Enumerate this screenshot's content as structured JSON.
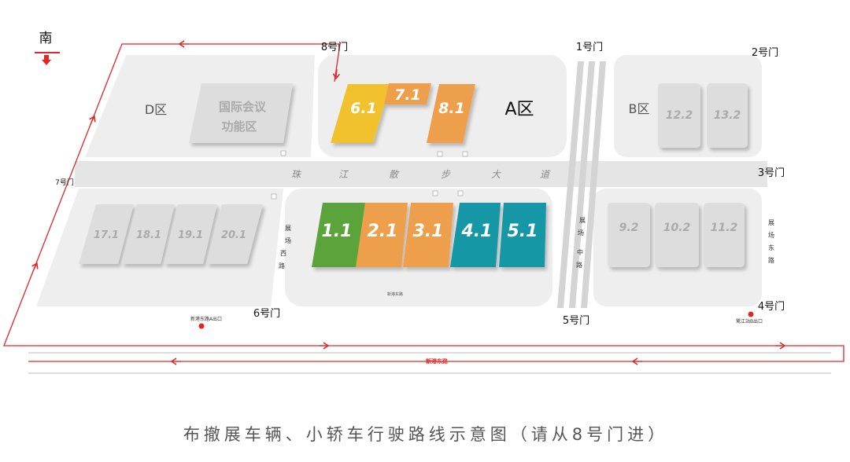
{
  "compass": {
    "label": "南"
  },
  "gates": {
    "g1": "1号门",
    "g2": "2号门",
    "g3": "3号门",
    "g4": "4号门",
    "g5": "5号门",
    "g6": "6号门",
    "g7": "7号门",
    "g8": "8号门"
  },
  "zones": {
    "a": "A区",
    "b": "B区",
    "d": "D区",
    "conference": [
      "国际会议",
      "功能区"
    ]
  },
  "halls": {
    "a_north": [
      "6.1",
      "7.1",
      "8.1"
    ],
    "a_south": [
      "1.1",
      "2.1",
      "3.1",
      "4.1",
      "5.1"
    ],
    "b_north": [
      "12.2",
      "13.2"
    ],
    "b_south": [
      "9.2",
      "10.2",
      "11.2"
    ],
    "d_south": [
      "17.1",
      "18.1",
      "19.1",
      "20.1"
    ]
  },
  "roads": {
    "main_avenue": [
      "珠",
      "江",
      "散",
      "步",
      "大",
      "道"
    ],
    "west_road": [
      "展",
      "场",
      "西",
      "路"
    ],
    "middle_road": [
      "展",
      "场",
      "中",
      "路"
    ],
    "east_road": [
      "展",
      "场",
      "东",
      "路"
    ],
    "xingang": "新港东路",
    "a_south_small": "新港东路"
  },
  "subway": {
    "west_exit": "新港东路A出口",
    "east_exit": "鹭江站B出口"
  },
  "caption": "布撤展车辆、小轿车行驶路线示意图（请从8号门进）",
  "colors": {
    "hall_yellow": "#F2C12E",
    "hall_orange": "#EE9F4C",
    "hall_green": "#5AA43B",
    "hall_teal": "#1797A6",
    "hall_grey": "#DDDDDD",
    "route_red": "#E02727",
    "zone_bg": "#EEEEEE",
    "road_band": "#E5E5E5"
  }
}
